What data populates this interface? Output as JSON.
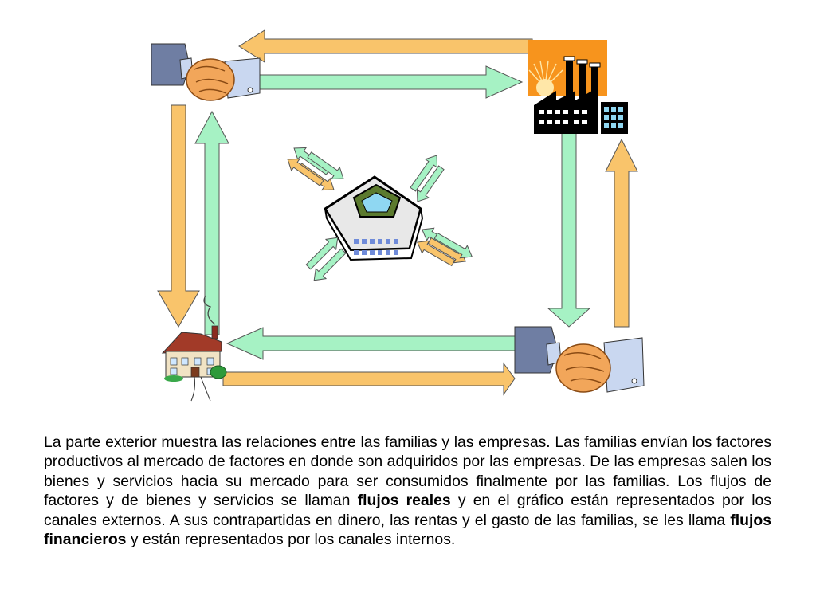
{
  "caption": {
    "part1": "La parte exterior muestra las relaciones entre las familias y las empresas. Las familias envían los factores productivos al mercado de factores en donde son adquiridos por las empresas. De las empresas salen los bienes y servicios hacia su mercado para ser consumidos finalmente por las familias. Los flujos de factores y de bienes y servicios se llaman ",
    "bold1": "flujos reales",
    "part2": " y en el gráfico están representados por los canales externos. A sus contrapartidas en dinero, las rentas y el gasto de las familias, se les llama ",
    "bold2": "flujos financieros",
    "part3": " y están representados por los canales internos."
  },
  "colors": {
    "real_flow_green": "#a6f2c4",
    "financial_flow_orange": "#f9c46b",
    "outline": "#555555",
    "factory_background": "#f7941d"
  },
  "icons": {
    "top_left": "handshake-icon",
    "top_right": "factory-icon",
    "bottom_left": "house-icon",
    "bottom_right": "handshake-icon",
    "center": "pentagon-building-icon"
  }
}
